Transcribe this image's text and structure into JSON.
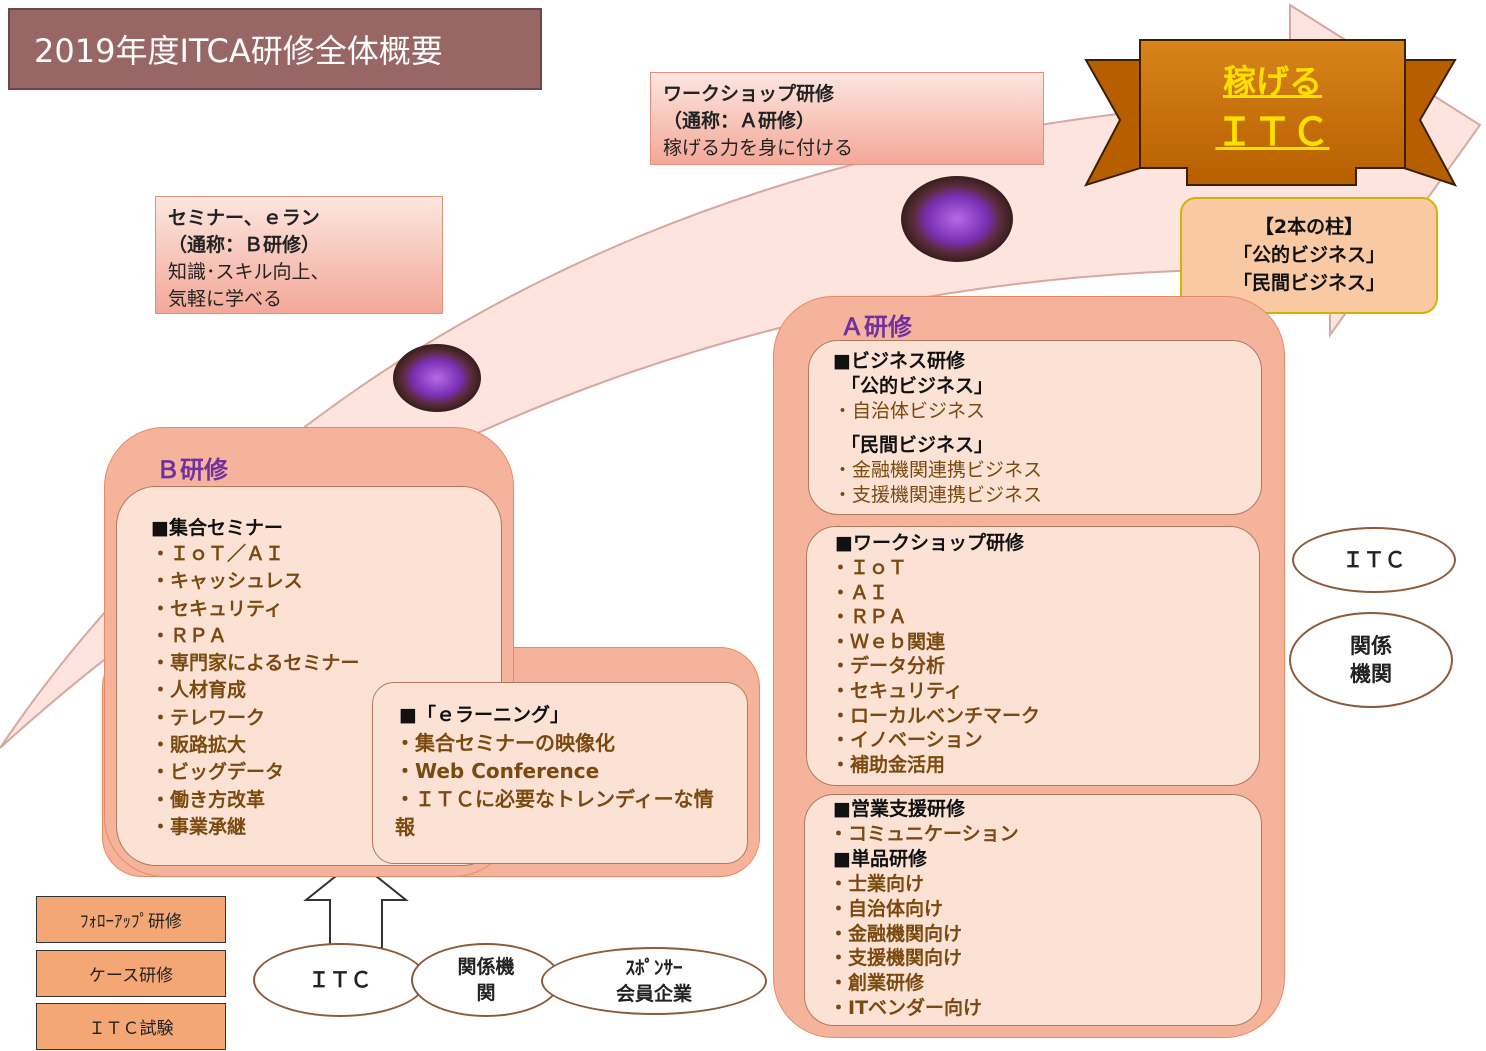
{
  "title": "2019年度ITCA研修全体概要",
  "callouts": {
    "seminar": {
      "line1": "セミナー、ｅラン",
      "line2": "（通称：Ｂ研修）",
      "line3": "知識･スキル向上、",
      "line4": "気軽に学べる"
    },
    "workshop": {
      "line1": "ワークショップ研修",
      "line2": "（通称：Ａ研修）",
      "line3": "稼げる力を身に付ける"
    }
  },
  "ribbon": {
    "line1": "稼げる",
    "line2": "ＩＴＣ"
  },
  "pillars": {
    "line1": "【2本の柱】",
    "line2": "「公的ビジネス」",
    "line3": "「民間ビジネス」"
  },
  "b_training": {
    "header": "Ｂ研修",
    "seminar_title": "■集合セミナー",
    "seminar_items": [
      "・ＩｏＴ／ＡＩ",
      "・キャッシュレス",
      "・セキュリティ",
      "・ＲＰＡ",
      "・専門家によるセミナー",
      "・人材育成",
      "・テレワーク",
      "・販路拡大",
      "・ビッグデータ",
      "・働き方改革",
      "・事業承継"
    ],
    "elearning_title": "■「ｅラーニング」",
    "elearning_items": [
      "・集合セミナーの映像化",
      "・Web Conference",
      "・ＩＴＣに必要なトレンディーな情報"
    ]
  },
  "a_training": {
    "header": "Ａ研修",
    "business_title": "■ビジネス研修",
    "public_title": "「公的ビジネス」",
    "public_items": [
      "・自治体ビジネス"
    ],
    "private_title": "「民間ビジネス」",
    "private_items": [
      "・金融機関連携ビジネス",
      "・支援機関連携ビジネス"
    ],
    "workshop_title": "■ワークショップ研修",
    "workshop_items": [
      "・ＩｏＴ",
      "・ＡＩ",
      "・ＲＰＡ",
      "・Ｗｅｂ関連",
      "・データ分析",
      "・セキュリティ",
      "・ローカルベンチマーク",
      "・イノベーション",
      "・補助金活用"
    ],
    "sales_title": "■営業支援研修",
    "sales_items": [
      "・コミュニケーション"
    ],
    "product_title": "■単品研修",
    "product_items": [
      "・士業向け",
      "・自治体向け",
      "・金融機関向け",
      "・支援機関向け",
      "・創業研修",
      "・ITベンダー向け"
    ]
  },
  "right_ellipses": {
    "itc": "ＩＴＣ",
    "related_line1": "関係",
    "related_line2": "機関"
  },
  "bottom_ellipses": {
    "itc": "ＩＴＣ",
    "related_line1": "関係機",
    "related_line2": "関",
    "sponsor_line1": "ｽﾎﾟﾝｻｰ",
    "sponsor_line2": "会員企業"
  },
  "legend": [
    "ﾌｫﾛｰｱｯﾌﾟ研修",
    "ケース研修",
    "ＩＴＣ試験"
  ],
  "colors": {
    "title_bg": "#996666",
    "header_purple": "#7030a0",
    "ribbon_orange": "#c56a00",
    "ribbon_text": "#ffe000",
    "panel_outer": "#f6b39b",
    "panel_inner": "#fbe2d4",
    "text_brown": "#7a4a10"
  }
}
